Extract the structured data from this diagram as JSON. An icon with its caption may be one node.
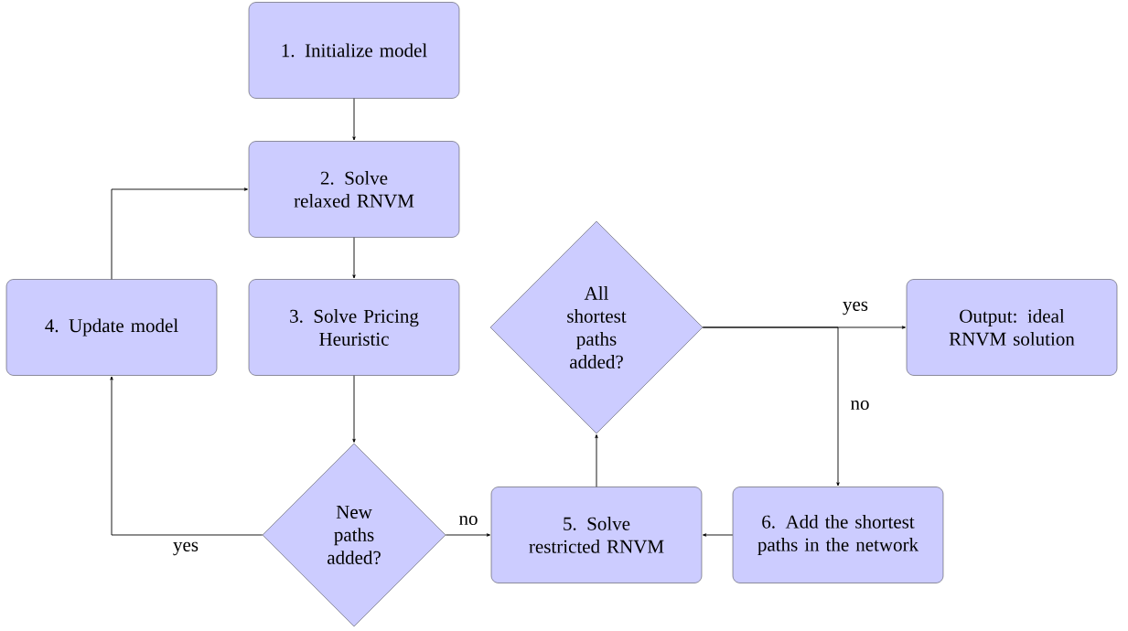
{
  "diagram": {
    "nodes": [
      {
        "text": [
          "1. Initialize model"
        ]
      },
      {
        "text": [
          "2. Solve relaxed RNVM"
        ]
      },
      {
        "text": [
          "3. Solve Pricing Heuristic"
        ]
      },
      {
        "text": [
          "4. Update model"
        ]
      },
      {
        "text": [
          "New paths added?"
        ]
      },
      {
        "text": [
          "5. Solve restricted RNVM"
        ]
      },
      {
        "text": [
          "All shortest paths added?"
        ]
      },
      {
        "text": [
          "Output: ideal RNVM solution"
        ]
      },
      {
        "text": [
          "6. Add the shortest paths in the network"
        ]
      }
    ],
    "edges": [
      {
        "from": 0,
        "to": 1,
        "arrow": "to"
      },
      {
        "from": 1,
        "to": 2,
        "arrow": "to"
      },
      {
        "from": 2,
        "to": 4,
        "arrow": "to"
      },
      {
        "from": 4,
        "to": 5,
        "arrow": "to",
        "label": "no"
      },
      {
        "from": 4,
        "to": 3,
        "arrow": "to",
        "label": "yes"
      },
      {
        "from": 3,
        "to": 1,
        "arrow": "to"
      },
      {
        "from": 5,
        "to": 6,
        "arrow": "to"
      },
      {
        "from": 6,
        "to": 7,
        "arrow": "to",
        "label": "yes"
      },
      {
        "from": 6,
        "to": 8,
        "arrow": "to",
        "label": "no"
      },
      {
        "from": 8,
        "to": 5,
        "arrow": "to"
      }
    ]
  }
}
